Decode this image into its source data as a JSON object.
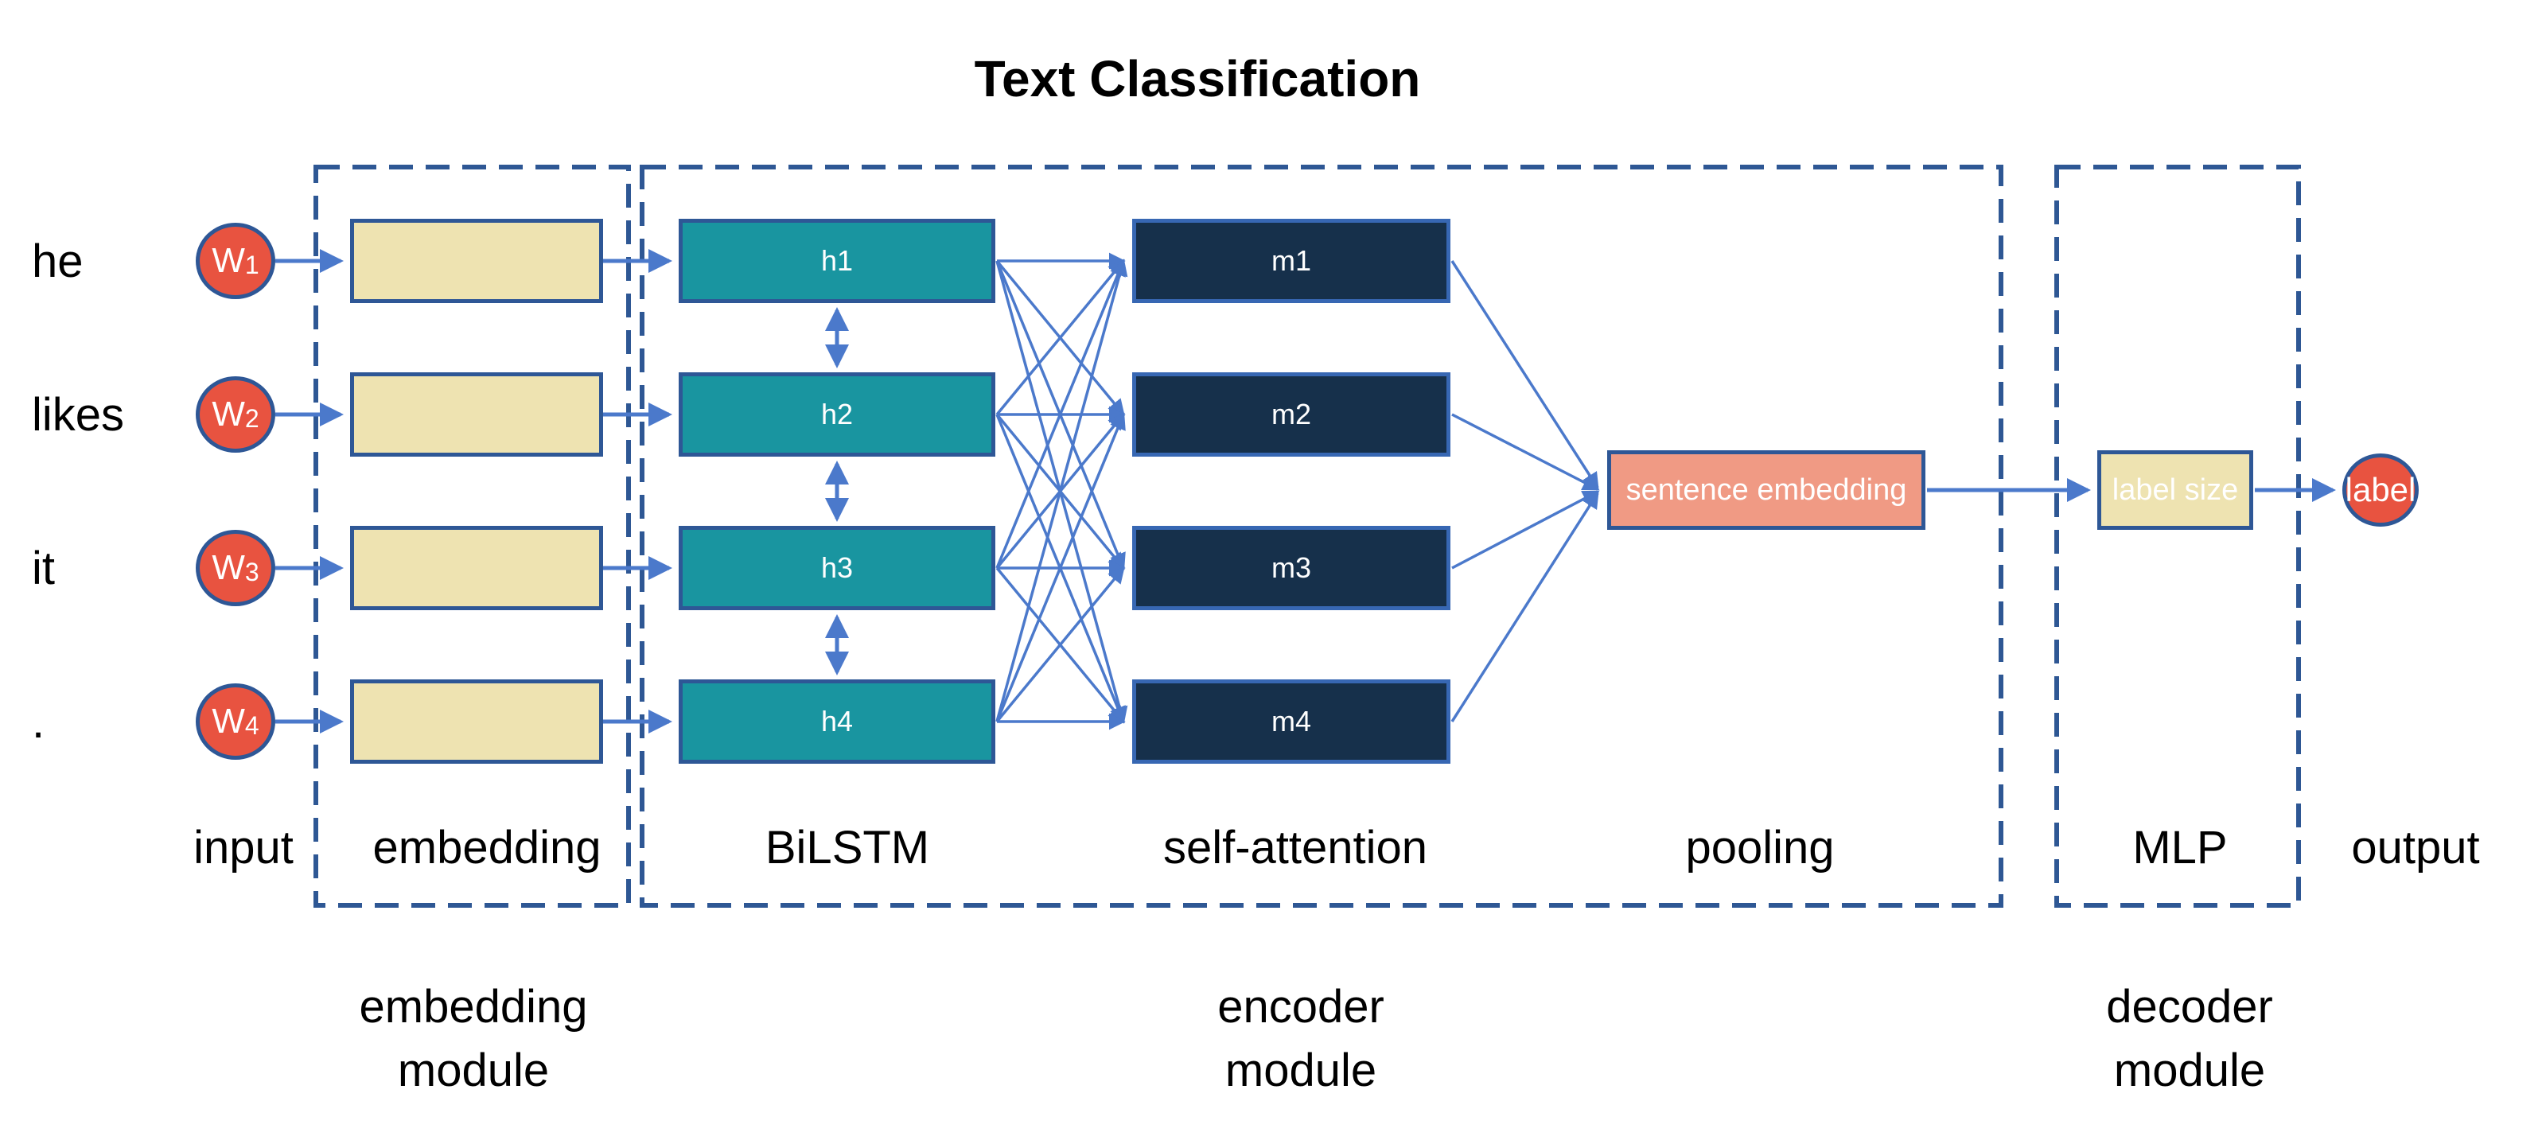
{
  "title": "Text Classification",
  "rows": [
    {
      "word": "he",
      "w_letter": "W",
      "w_digit": "1",
      "h_label": "h1",
      "m_label": "m1"
    },
    {
      "word": "likes",
      "w_letter": "W",
      "w_digit": "2",
      "h_label": "h2",
      "m_label": "m2"
    },
    {
      "word": "it",
      "w_letter": "W",
      "w_digit": "3",
      "h_label": "h3",
      "m_label": "m3"
    },
    {
      "word": ".",
      "w_letter": "W",
      "w_digit": "4",
      "h_label": "h4",
      "m_label": "m4"
    }
  ],
  "pooling": {
    "label": "sentence embedding"
  },
  "mlp": {
    "label": "label size"
  },
  "output": {
    "label": "label"
  },
  "stages": {
    "input": "input",
    "embedding": "embedding",
    "bilstm": "BiLSTM",
    "self_attention": "self-attention",
    "pooling": "pooling",
    "mlp": "MLP",
    "output": "output"
  },
  "modules": {
    "embedding": {
      "line1": "embedding",
      "line2": "module"
    },
    "encoder": {
      "line1": "encoder",
      "line2": "module"
    },
    "decoder": {
      "line1": "decoder",
      "line2": "module"
    }
  },
  "colors": {
    "node_red": "#E85340",
    "embedding_tan": "#EEE3B1",
    "lstm_teal": "#1995A0",
    "attention_navy": "#16304B",
    "pooling_salmon": "#F09A84",
    "border_navy": "#2E5796",
    "attention_border_blue": "#3767B3",
    "arrow_blue": "#4B79CB",
    "dashed_outline_navy": "#2E5794",
    "text_black": "#000000",
    "box_text_white": "#FFFFFF"
  }
}
